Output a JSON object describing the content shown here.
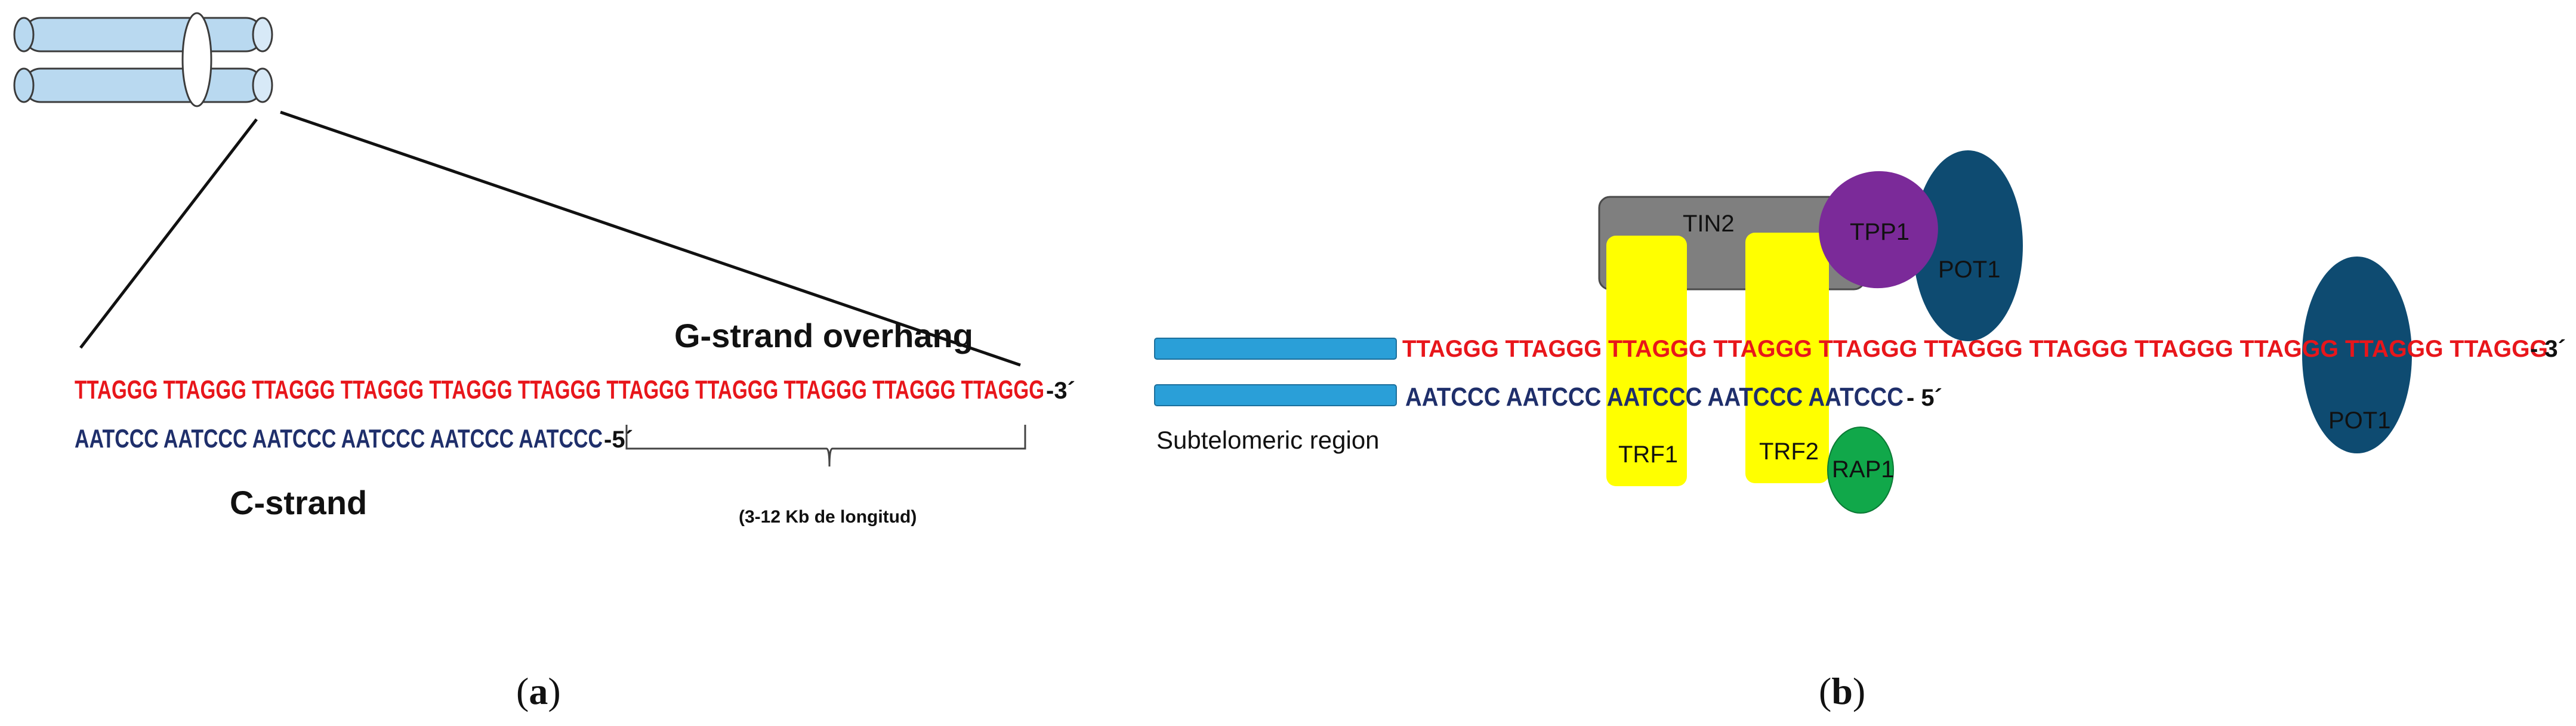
{
  "panel_a": {
    "g_strand": "TTAGGG TTAGGG TTAGGG TTAGGG TTAGGG TTAGGG TTAGGG TTAGGG TTAGGG TTAGGG TTAGGG",
    "g_strand_end": "-3´",
    "c_strand": "AATCCC AATCCC AATCCC  AATCCC  AATCCC AATCCC",
    "c_strand_end": "-5´",
    "overhang_label": "G-strand overhang",
    "c_strand_label": "C-strand",
    "length_label": "(3-12 Kb de longitud)",
    "panel_label_open": "(",
    "panel_letter": "a",
    "panel_label_close": ")"
  },
  "panel_b": {
    "g_strand_part1": "TTAGGG TTAGGG ",
    "g_strand_part2": "TTAGGG TTAGGG TTAGGG TTAGGG TTAGGG TTAGGG TTAGGG ",
    "g_strand_part3": "TTAGGG TTAGGG",
    "g_strand_end": "- 3´",
    "c_strand": "AATCCC AATCCC AATCCC AATCCC AATCCC",
    "c_strand_end": "- 5´",
    "subtelomeric_label": "Subtelomeric region",
    "proteins": {
      "tin2": "TIN2",
      "tpp1": "TPP1",
      "pot1_a": "POT1",
      "pot1_b": "POT1",
      "trf1": "TRF1",
      "trf2": "TRF2",
      "rap1": "RAP1"
    },
    "panel_label_open": "(",
    "panel_letter": "b",
    "panel_label_close": ")"
  },
  "colors": {
    "g_strand": "#e8161b",
    "c_strand": "#1f2f6b",
    "chromosome_fill": "#b9d9f0",
    "subtelomeric_bar": "#2a9fd8",
    "tin2": "#7f7f7f",
    "tpp1": "#7b2a99",
    "pot1": "#0e4b71",
    "trf": "#ffff00",
    "rap1": "#11a84a"
  }
}
